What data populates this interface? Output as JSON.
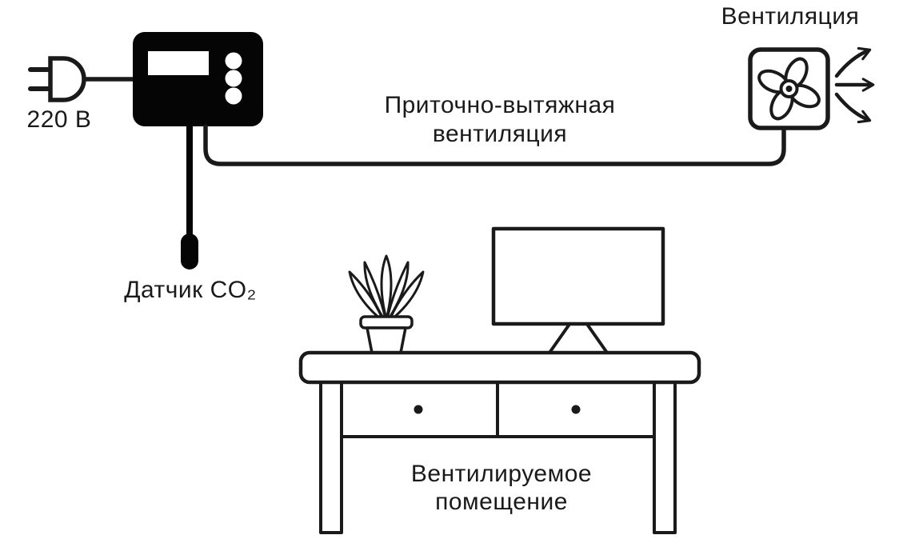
{
  "labels": {
    "power": "220 В",
    "sensor": "Датчик CO₂",
    "duct_line1": "Приточно-вытяжная",
    "duct_line2": "вентиляция",
    "fan": "Вентиляция",
    "room_line1": "Вентилируемое",
    "room_line2": "помещение"
  },
  "colors": {
    "ink": "#1a1a1a",
    "device_fill": "#050505",
    "background": "#ffffff"
  },
  "icons": {
    "plug": "power-plug-icon",
    "controller": "co2-controller-icon",
    "sensor": "co2-sensor-probe-icon",
    "fan": "exhaust-fan-icon",
    "arrows": "airflow-arrows-icon",
    "desk": "desk-icon",
    "plant": "potted-plant-icon",
    "monitor": "monitor-icon"
  }
}
